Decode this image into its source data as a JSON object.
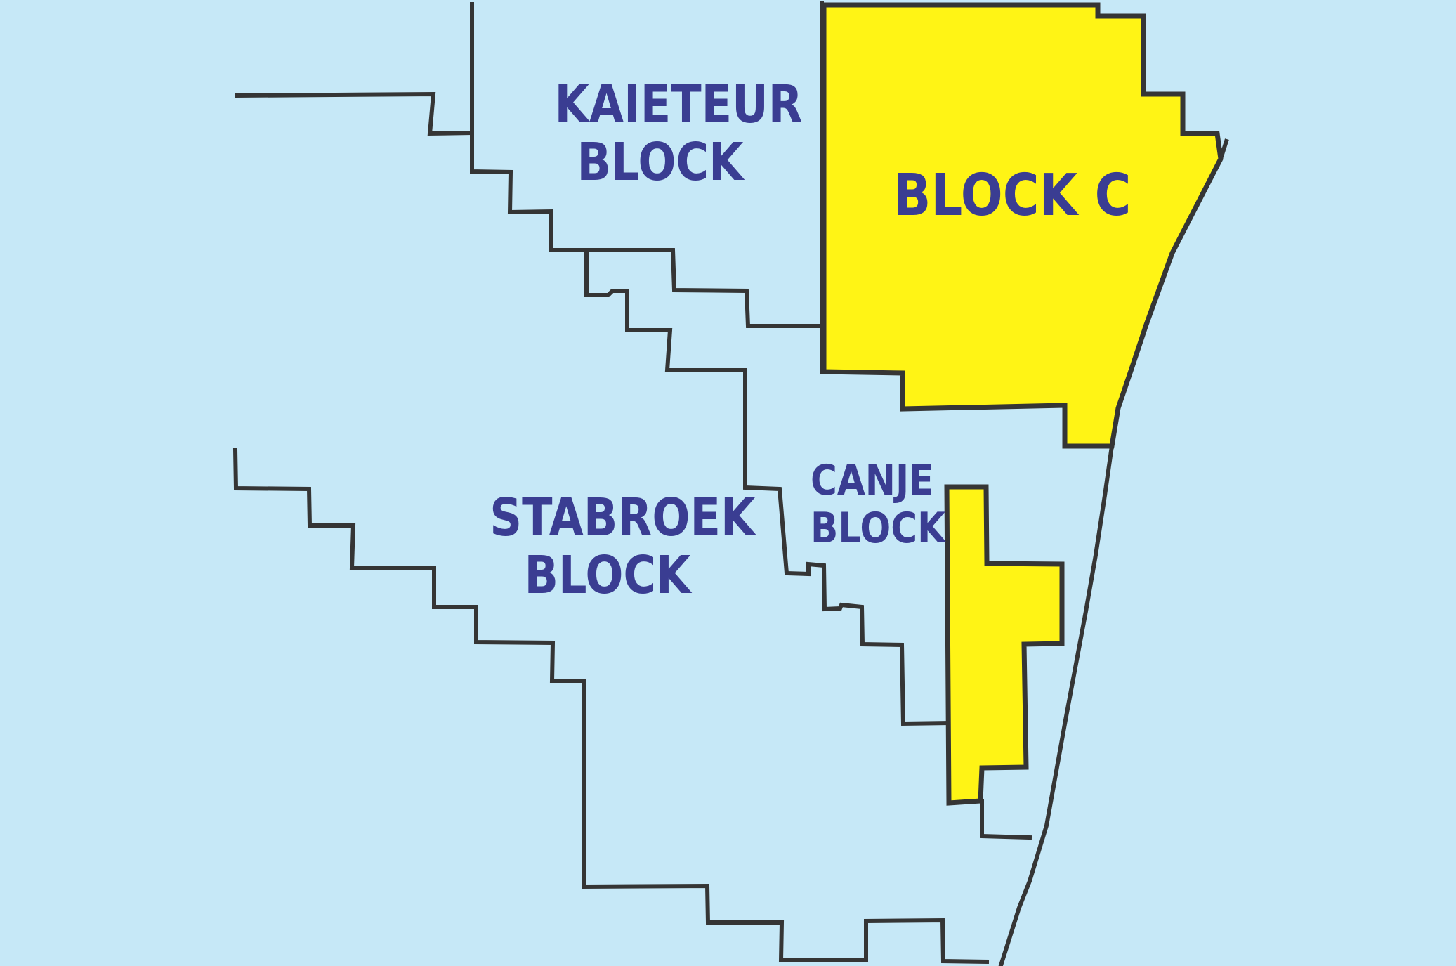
{
  "map": {
    "colors": {
      "sea": "#c6e8f7",
      "highlight_block": "#fff415",
      "boundary": "#353535",
      "label_text": "#3a3d92"
    },
    "blocks": [
      {
        "id": "kaieteur",
        "line1": "KAIETEUR",
        "line2": "BLOCK",
        "highlighted": false
      },
      {
        "id": "block-c",
        "line1": "BLOCK C",
        "highlighted": true
      },
      {
        "id": "stabroek",
        "line1": "STABROEK",
        "line2": "BLOCK",
        "highlighted": false
      },
      {
        "id": "canje",
        "line1": "CANJE",
        "line2": "BLOCK",
        "highlighted": true
      }
    ]
  }
}
